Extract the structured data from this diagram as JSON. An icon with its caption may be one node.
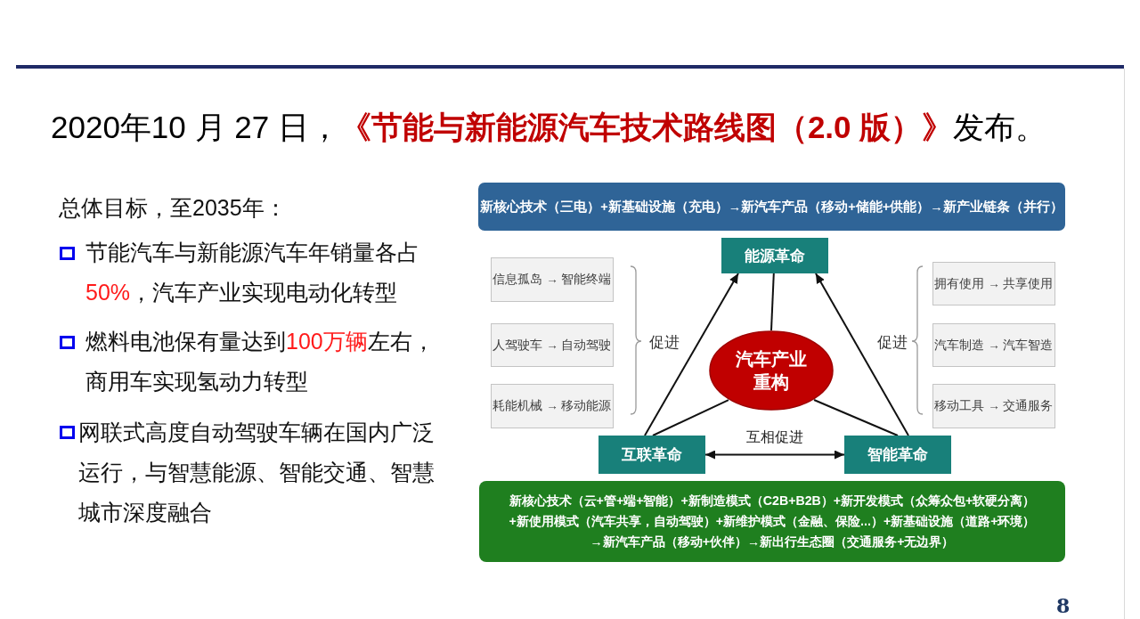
{
  "diagram": {
    "title": "2020年10 月 27 日，**《节能与新能源汽车技术路线图（2.0 版）》**发布。",
    "nodes": [
      {
        "text": [
          "新核心技术（三电）+新基础设施（充电）→新汽车产品（移动+储能+供能）→新产业链条（并行）"
        ]
      },
      {
        "text": [
          "能源革命"
        ]
      },
      {
        "text": [
          "信息孤岛 → 智能终端"
        ]
      },
      {
        "text": [
          "人驾驶车 → 自动驾驶"
        ]
      },
      {
        "text": [
          "耗能机械 → 移动能源"
        ]
      },
      {
        "text": [
          "拥有使用 → 共享使用"
        ]
      },
      {
        "text": [
          "汽车制造 → 汽车智造"
        ]
      },
      {
        "text": [
          "移动工具 → 交通服务"
        ]
      },
      {
        "text": [
          "汽车产业重构"
        ]
      },
      {
        "text": [
          "互联革命"
        ]
      },
      {
        "text": [
          "智能革命"
        ]
      },
      {
        "text": [
          "新核心技术（云+管+端+智能）+新制造模式（C2B+B2B）+新开发模式（众筹众包+软硬分离）+新使用模式（汽车共享，自动驾驶）+新维护模式（金融、保险...）+新基础设施（道路+环境）→新汽车产品（移动+伙伴）→新出行生态圈（交通服务+无边界）"
        ]
      }
    ],
    "edges": [
      {
        "from": 9,
        "to": 1,
        "arrow": "to"
      },
      {
        "from": 10,
        "to": 1,
        "arrow": "to"
      },
      {
        "from": 1,
        "to": 8,
        "arrow": "none"
      },
      {
        "from": 8,
        "to": 9,
        "arrow": "none"
      },
      {
        "from": 8,
        "to": 10,
        "arrow": "none"
      },
      {
        "from": 9,
        "to": 10,
        "arrow": "both",
        "label": "互相促进"
      }
    ],
    "labels": [
      "总体目标，至2035年：",
      "节能汽车与新能源汽车年销量各占**50%**，汽车产业实现电动化转型",
      "燃料电池保有量达到**100万辆**左右，商用车实现氢动力转型",
      "网联式高度自动驾驶车辆在国内广泛运行，与智慧能源、智能交通、智慧城市深度融合",
      "促进",
      "促进",
      "8"
    ]
  }
}
